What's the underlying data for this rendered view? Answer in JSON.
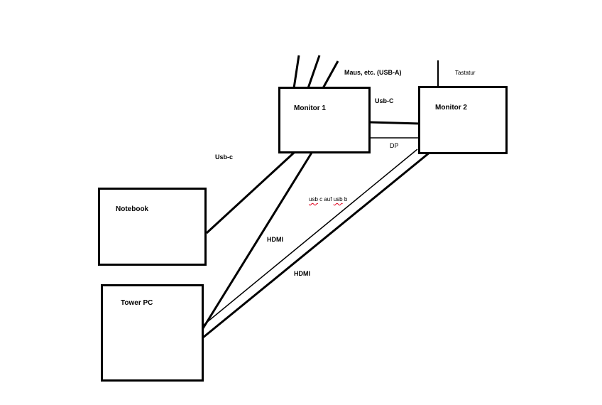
{
  "nodes": {
    "monitor1": {
      "label": "Monitor 1"
    },
    "monitor2": {
      "label": "Monitor 2"
    },
    "notebook": {
      "label": "Notebook"
    },
    "tower_pc": {
      "label": "Tower PC"
    }
  },
  "edge_labels": {
    "maus": "Maus, etc. (USB-A)",
    "tastatur": "Tastatur",
    "usbc_upper": "Usb-C",
    "dp": "DP",
    "usbc_lower": "Usb-c",
    "usbc_auf_usbb": {
      "word1": "usb",
      "rest": " c auf ",
      "word2": "usb",
      "end": " b"
    },
    "hdmi_1": "HDMI",
    "hdmi_2": "HDMI"
  }
}
